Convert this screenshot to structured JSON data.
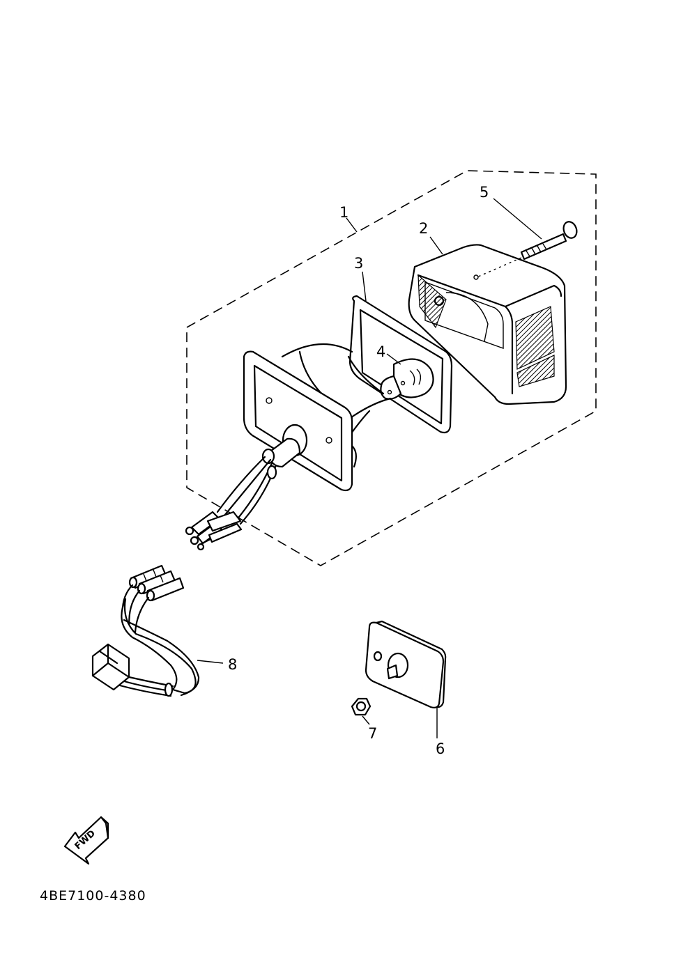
{
  "callouts": {
    "c1": "1",
    "c2": "2",
    "c3": "3",
    "c4": "4",
    "c5": "5",
    "c6": "6",
    "c7": "7",
    "c8": "8"
  },
  "direction_arrow": {
    "label": "FWD"
  },
  "drawing_code": "4BE7100-4380",
  "icons": {
    "direction": "fwd-arrow-icon"
  }
}
